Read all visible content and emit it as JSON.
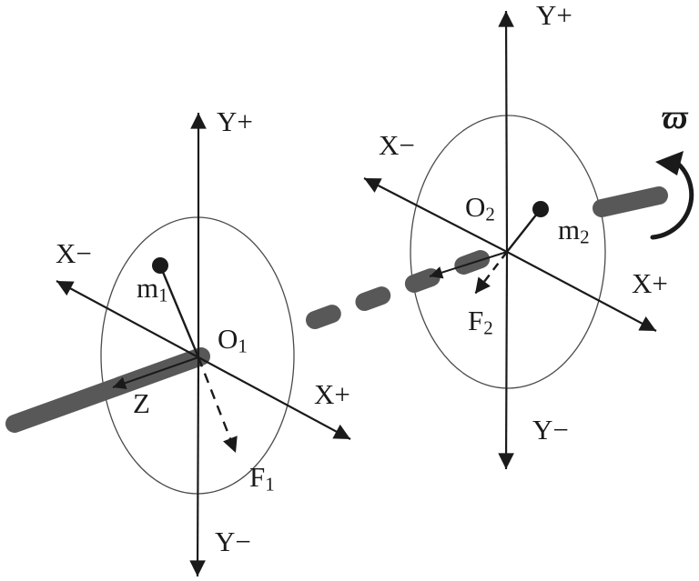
{
  "plane1": {
    "y_pos": "Y+",
    "y_neg": "Y−",
    "x_pos": "X+",
    "x_neg": "X−",
    "origin": {
      "base": "O",
      "sub": "1"
    },
    "mass": {
      "base": "m",
      "sub": "1"
    },
    "force": {
      "base": "F",
      "sub": "1"
    },
    "z_axis": "Z"
  },
  "plane2": {
    "y_pos": "Y+",
    "y_neg": "Y−",
    "x_pos": "X+",
    "x_neg": "X−",
    "origin": {
      "base": "O",
      "sub": "2"
    },
    "mass": {
      "base": "m",
      "sub": "2"
    },
    "force": {
      "base": "F",
      "sub": "2"
    }
  },
  "rotation": {
    "omega": "ϖ"
  },
  "colors": {
    "line": "#1a1a1a",
    "shaft": "#585858",
    "ellipse": "#4a4a4a",
    "background": "#ffffff"
  }
}
